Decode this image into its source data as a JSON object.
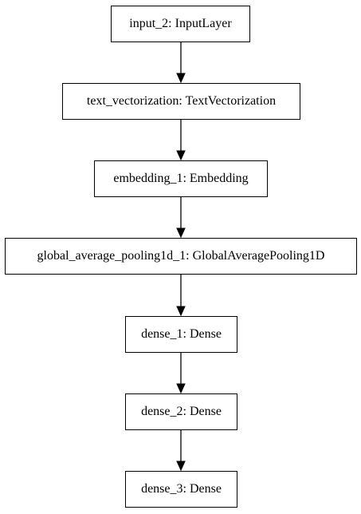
{
  "diagram": {
    "nodes": [
      {
        "id": "input_2",
        "label": "input_2: InputLayer"
      },
      {
        "id": "text_vectorization",
        "label": "text_vectorization: TextVectorization"
      },
      {
        "id": "embedding_1",
        "label": "embedding_1: Embedding"
      },
      {
        "id": "global_average_pooling1d_1",
        "label": "global_average_pooling1d_1: GlobalAveragePooling1D"
      },
      {
        "id": "dense_1",
        "label": "dense_1: Dense"
      },
      {
        "id": "dense_2",
        "label": "dense_2: Dense"
      },
      {
        "id": "dense_3",
        "label": "dense_3: Dense"
      }
    ],
    "edges": [
      {
        "from": "input_2",
        "to": "text_vectorization"
      },
      {
        "from": "text_vectorization",
        "to": "embedding_1"
      },
      {
        "from": "embedding_1",
        "to": "global_average_pooling1d_1"
      },
      {
        "from": "global_average_pooling1d_1",
        "to": "dense_1"
      },
      {
        "from": "dense_1",
        "to": "dense_2"
      },
      {
        "from": "dense_2",
        "to": "dense_3"
      }
    ]
  }
}
